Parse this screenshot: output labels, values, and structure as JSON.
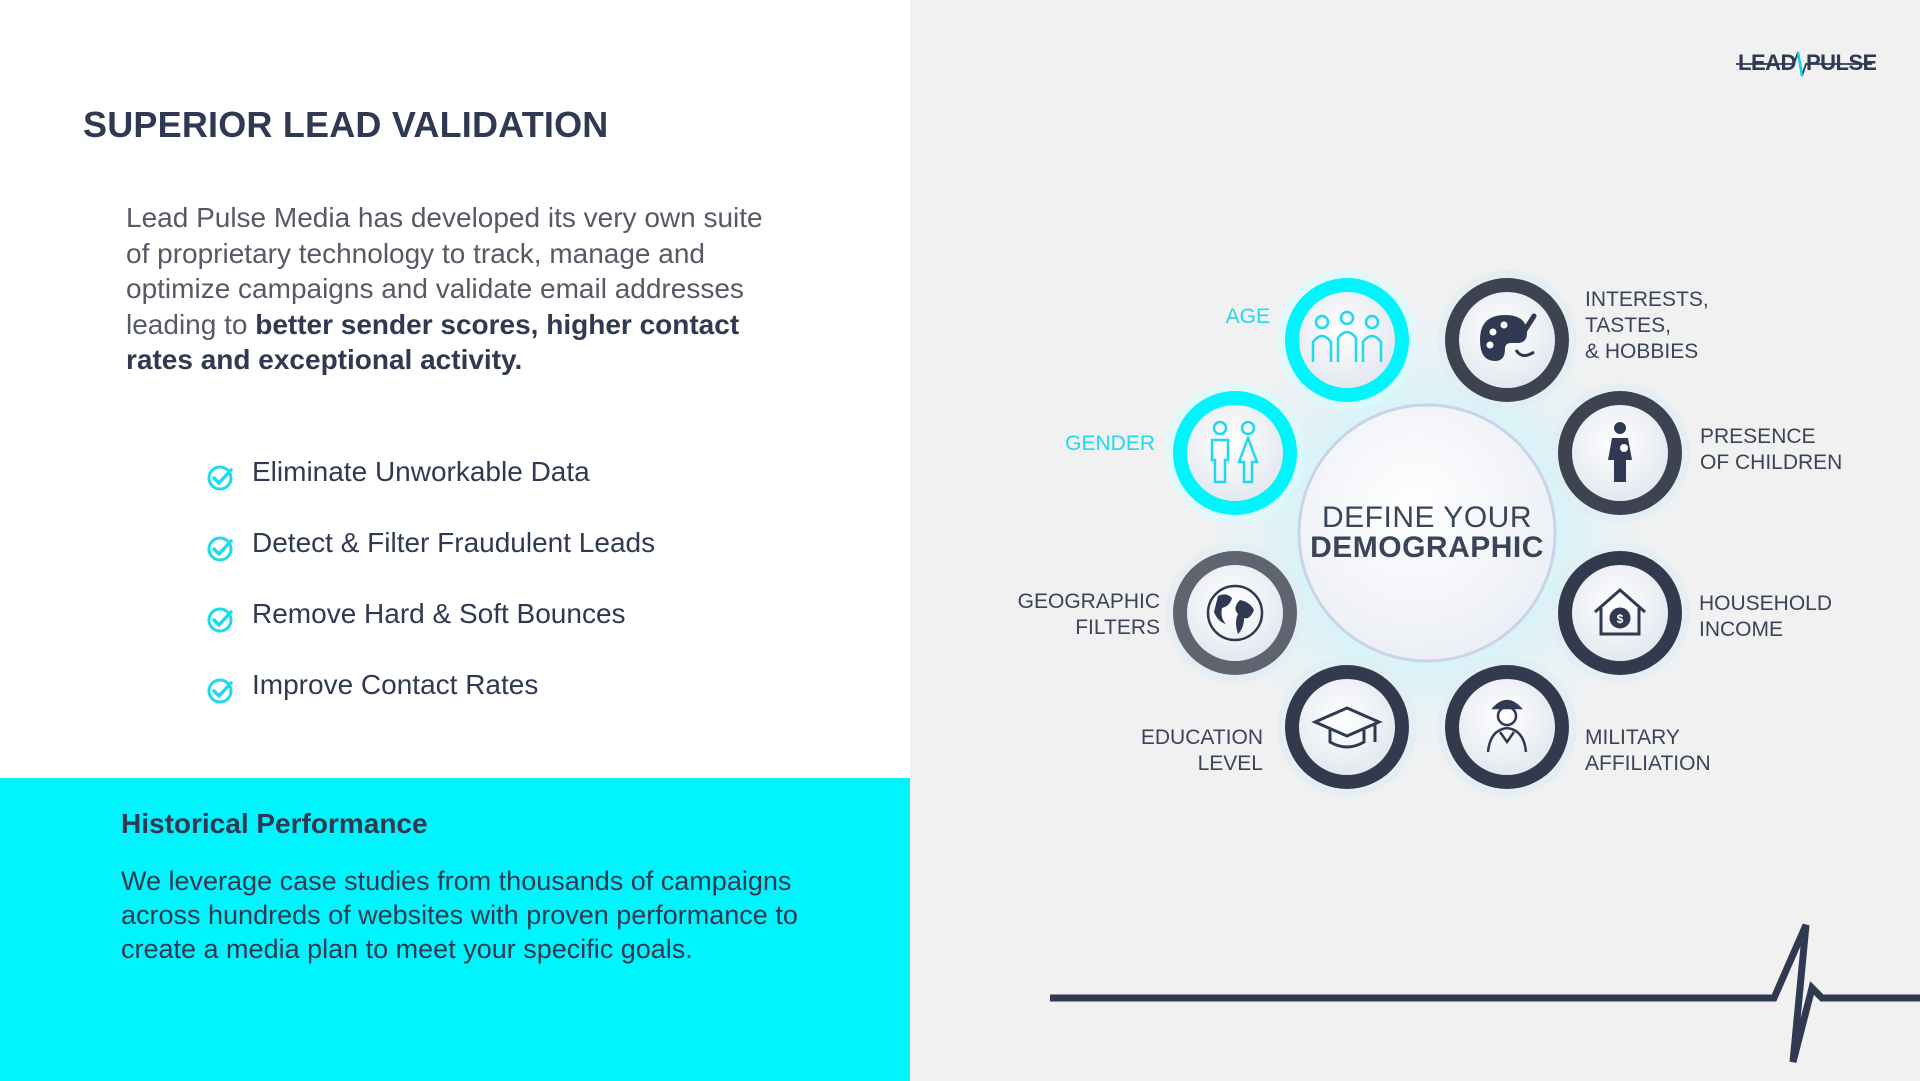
{
  "left": {
    "title": "SUPERIOR LEAD VALIDATION",
    "intro_plain": "Lead Pulse Media has developed its very own suite of proprietary technology to track, manage and optimize campaigns and validate email addresses leading to ",
    "intro_bold": "better sender scores, higher contact rates and exceptional activity.",
    "checklist": [
      "Eliminate Unworkable Data",
      "Detect & Filter Fraudulent Leads",
      "Remove Hard & Soft Bounces",
      "Improve Contact Rates"
    ]
  },
  "performance": {
    "heading": "Historical Performance",
    "body": "We leverage case studies from thousands of campaigns across hundreds of websites with proven performance to create a media plan to meet your specific goals."
  },
  "logo": {
    "text": "LEADPULSE"
  },
  "diagram": {
    "center_line1": "DEFINE YOUR",
    "center_line2": "DEMOGRAPHIC",
    "nodes": [
      {
        "label": "AGE",
        "icon": "family-icon",
        "highlight": true
      },
      {
        "label": "INTERESTS,\nTASTES,\n& HOBBIES",
        "icon": "palette-icon",
        "highlight": false
      },
      {
        "label": "GENDER",
        "icon": "couple-icon",
        "highlight": true
      },
      {
        "label": "PRESENCE\nOF CHILDREN",
        "icon": "mother-child-icon",
        "highlight": false
      },
      {
        "label": "GEOGRAPHIC\nFILTERS",
        "icon": "globe-icon",
        "highlight": false
      },
      {
        "label": "HOUSEHOLD\nINCOME",
        "icon": "house-dollar-icon",
        "highlight": false
      },
      {
        "label": "EDUCATION\nLEVEL",
        "icon": "graduation-cap-icon",
        "highlight": false
      },
      {
        "label": "MILITARY\nAFFILIATION",
        "icon": "soldier-icon",
        "highlight": false
      }
    ]
  },
  "colors": {
    "accent": "#00f4fb",
    "dark": "#2f3a52",
    "ring_dark": "#3d4350"
  }
}
